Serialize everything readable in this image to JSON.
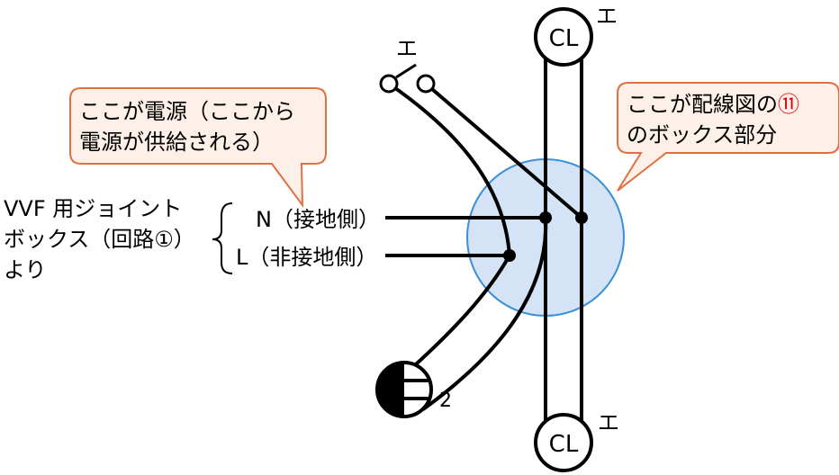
{
  "callout_left": {
    "line1": "ここが電源（ここから",
    "line2": "電源が供給される）"
  },
  "callout_right": {
    "line1_prefix": "ここが配線図の",
    "line1_circled": "⑪",
    "line2": "のボックス部分"
  },
  "source_label": {
    "line1": "VVF 用ジョイント",
    "line2": "ボックス（回路①）",
    "line3": "より"
  },
  "neutral_label": "N（接地側）",
  "live_label": "L（非接地側）",
  "switch_label": "エ",
  "lamp_top": {
    "text": "CL",
    "tag": "エ"
  },
  "lamp_bottom": {
    "text": "CL",
    "tag": "エ"
  },
  "outlet_count": "2",
  "colors": {
    "callout_fill": "#fdf0e8",
    "callout_border": "#e07040",
    "box_fill": "#d4e3f5",
    "box_border": "#3a8fd8",
    "red_accent": "#e00000"
  }
}
